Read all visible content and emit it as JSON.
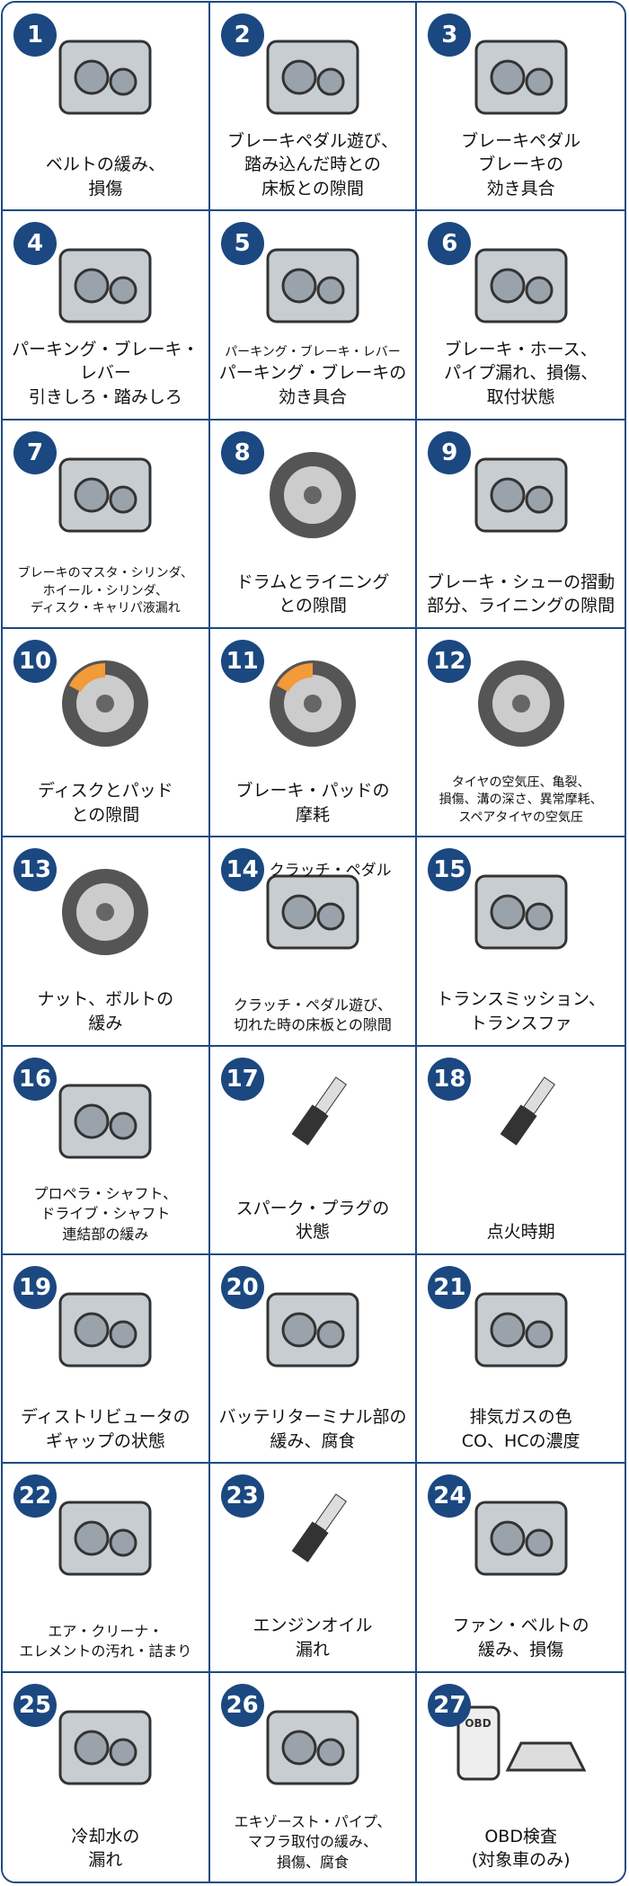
{
  "colors": {
    "border": "#1f4a80",
    "badge": "#1b4880",
    "accent": "#f39a3a"
  },
  "items": [
    {
      "num": "1",
      "lines": [
        "ベルトの緩み、",
        "損傷"
      ],
      "size": "l",
      "icon": "belt-pulley-icon"
    },
    {
      "num": "2",
      "lines": [
        "ブレーキペダル遊び、",
        "踏み込んだ時との",
        "床板との隙間"
      ],
      "size": "l",
      "icon": "brake-pedal-icon"
    },
    {
      "num": "3",
      "lines": [
        "ブレーキペダル",
        "ブレーキの",
        "効き具合"
      ],
      "size": "l",
      "icon": "brake-pedal-icon"
    },
    {
      "num": "4",
      "lines": [
        "パーキング・ブレーキ・",
        "レバー",
        "引きしろ・踏みしろ"
      ],
      "size": "l",
      "icon": "parking-brake-icon"
    },
    {
      "num": "5",
      "lines": [
        "パーキング・ブレーキ・レバー",
        "パーキング・ブレーキの",
        "効き具合"
      ],
      "size": "l",
      "small_first": true,
      "icon": "parking-brake-icon"
    },
    {
      "num": "6",
      "lines": [
        "ブレーキ・ホース、",
        "パイプ漏れ、損傷、",
        "取付状態"
      ],
      "size": "l",
      "icon": "brake-hose-icon"
    },
    {
      "num": "7",
      "lines": [
        "ブレーキのマスタ・シリンダ、",
        "ホイール・シリンダ、",
        "ディスク・キャリパ液漏れ"
      ],
      "size": "s",
      "icon": "master-cylinder-icon"
    },
    {
      "num": "8",
      "lines": [
        "ドラムとライニング",
        "との隙間"
      ],
      "size": "l",
      "icon": "brake-drum-icon"
    },
    {
      "num": "9",
      "lines": [
        "ブレーキ・シューの摺動",
        "部分、ライニングの隙間"
      ],
      "size": "l",
      "icon": "brake-shoe-icon"
    },
    {
      "num": "10",
      "lines": [
        "ディスクとパッド",
        "との隙間"
      ],
      "size": "l",
      "icon": "brake-disc-icon"
    },
    {
      "num": "11",
      "lines": [
        "ブレーキ・パッドの",
        "摩耗"
      ],
      "size": "l",
      "icon": "brake-disc-icon"
    },
    {
      "num": "12",
      "lines": [
        "タイヤの空気圧、亀裂、",
        "損傷、溝の深さ、異常摩耗、",
        "スペアタイヤの空気圧"
      ],
      "size": "s",
      "icon": "tire-gauge-icon"
    },
    {
      "num": "13",
      "lines": [
        "ナット、ボルトの",
        "緩み"
      ],
      "size": "l",
      "icon": "wheel-nut-icon"
    },
    {
      "num": "14",
      "tag": "クラッチ・ペダル",
      "lines": [
        "クラッチ・ペダル遊び、",
        "切れた時の床板との隙間"
      ],
      "size": "m",
      "icon": "clutch-pedal-icon"
    },
    {
      "num": "15",
      "lines": [
        "トランスミッション、",
        "トランスファ"
      ],
      "size": "l",
      "icon": "transmission-icon"
    },
    {
      "num": "16",
      "lines": [
        "プロペラ・シャフト、",
        "ドライブ・シャフト",
        "連結部の緩み"
      ],
      "size": "m",
      "icon": "drive-shaft-icon"
    },
    {
      "num": "17",
      "lines": [
        "スパーク・プラグの",
        "状態"
      ],
      "size": "l",
      "icon": "spark-plug-icon"
    },
    {
      "num": "18",
      "lines": [
        "点火時期"
      ],
      "size": "l",
      "icon": "spark-plug-icon"
    },
    {
      "num": "19",
      "lines": [
        "ディストリビュータの",
        "ギャップの状態"
      ],
      "size": "l",
      "icon": "distributor-icon"
    },
    {
      "num": "20",
      "lines": [
        "バッテリターミナル部の",
        "緩み、腐食"
      ],
      "size": "l",
      "icon": "battery-icon"
    },
    {
      "num": "21",
      "lines": [
        "排気ガスの色",
        "CO、HCの濃度"
      ],
      "size": "l",
      "icon": "exhaust-gas-icon"
    },
    {
      "num": "22",
      "lines": [
        "エア・クリーナ・",
        "エレメントの汚れ・詰まり"
      ],
      "size": "m",
      "icon": "air-cleaner-icon"
    },
    {
      "num": "23",
      "lines": [
        "エンジンオイル",
        "漏れ"
      ],
      "size": "l",
      "icon": "oil-dipstick-icon"
    },
    {
      "num": "24",
      "lines": [
        "ファン・ベルトの",
        "緩み、損傷"
      ],
      "size": "l",
      "icon": "fan-belt-icon"
    },
    {
      "num": "25",
      "lines": [
        "冷却水の",
        "漏れ"
      ],
      "size": "l",
      "icon": "radiator-icon"
    },
    {
      "num": "26",
      "lines": [
        "エキゾースト・パイプ、",
        "マフラ取付の緩み、",
        "損傷、腐食"
      ],
      "size": "m",
      "icon": "muffler-icon"
    },
    {
      "num": "27",
      "lines": [
        "OBD検査",
        "(対象車のみ)"
      ],
      "size": "l",
      "icon": "obd-scanner-icon",
      "icon_text": "OBD"
    }
  ]
}
